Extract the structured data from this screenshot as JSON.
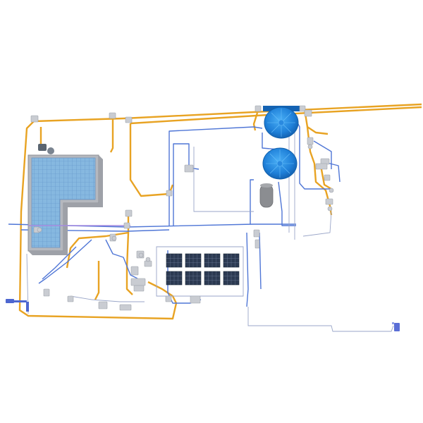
{
  "scene": {
    "kind": "isometric plumbing and pool equipment layout (3D render)",
    "background": "#ffffff"
  },
  "colors": {
    "gas_pipe": "#e8a323",
    "water_supply": "#4f76d6",
    "water_supply_light": "#8aa6e6",
    "drain": "#7b8fd0",
    "pool_water": "#7fb3dd",
    "pool_tile": "#5d8fc4",
    "pool_edge": "#a7aab0",
    "tank_blue": "#1e7fd8",
    "tank_highlight": "#3aa0f0",
    "pressure_tank": "#8b8d91",
    "solar_panel": "#2c3a52",
    "solar_grid": "#6a7a95",
    "fitting": "#c9ccd2",
    "thin_line": "#9aa6c8"
  },
  "components": {
    "pool": {
      "shape": "L-shaped"
    },
    "water_tanks": {
      "count": 2
    },
    "pressure_tank": {
      "count": 1
    },
    "solar_panels": {
      "rows": 2,
      "cols": 4
    }
  }
}
